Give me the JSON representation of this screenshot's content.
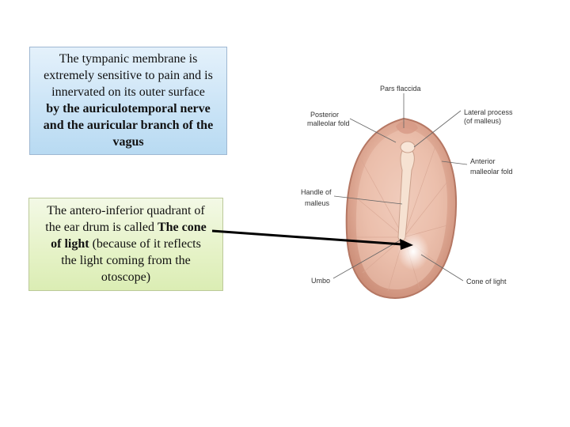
{
  "box_top": {
    "line1": "The tympanic membrane is",
    "line2": "extremely sensitive to pain and is",
    "line3": "innervated on its outer surface",
    "bold1": "by the auriculotemporal nerve",
    "bold2": "and the auricular branch of the",
    "bold3": "vagus"
  },
  "box_bottom": {
    "line1": "The antero-inferior quadrant of",
    "line2a": "the ear drum is called ",
    "bold_a": "The cone",
    "bold_b": "of light",
    "line3b": " (because of it reflects",
    "line4": "the light coming from the",
    "line5": "otoscope)"
  },
  "figure_labels": {
    "pars_flaccida": "Pars flaccida",
    "posterior_fold_1": "Posterior",
    "posterior_fold_2": "malleolar fold",
    "lateral_process_1": "Lateral process",
    "lateral_process_2": "(of malleus)",
    "anterior_fold_1": "Anterior",
    "anterior_fold_2": "malleolar fold",
    "handle_1": "Handle of",
    "handle_2": "malleus",
    "umbo": "Umbo",
    "cone_of_light": "Cone of light"
  },
  "colors": {
    "top_box": "#c9e3f6",
    "bottom_box": "#e5f2c6",
    "membrane": "#dca592",
    "arrow": "#000000"
  }
}
